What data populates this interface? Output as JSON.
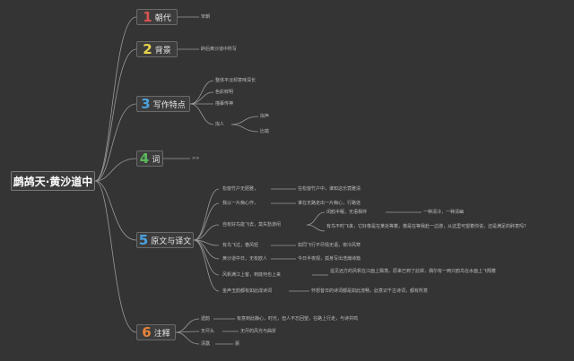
{
  "root": "鹧鸪天·黄沙道中",
  "branches": [
    {
      "num": "1",
      "label": "朝代",
      "color": "#d9534f"
    },
    {
      "num": "2",
      "label": "背景",
      "color": "#e8d44d"
    },
    {
      "num": "3",
      "label": "写作特点",
      "color": "#4aa3df"
    },
    {
      "num": "4",
      "label": "词",
      "color": "#5cb85c"
    },
    {
      "num": "5",
      "label": "原文与译文",
      "color": "#4aa3df"
    },
    {
      "num": "6",
      "label": "注释",
      "color": "#e8833a"
    }
  ],
  "leaves": {
    "b1": [
      "宋朝"
    ],
    "b2": [
      "醉后黄沙道中所写"
    ],
    "b3": [
      "整体平淡却意味深长",
      "色彩鲜明",
      "描摹传神",
      "拟人"
    ],
    "b3_sub": [
      "拟声",
      "比喻"
    ],
    "b4": [
      ">>"
    ],
    "b5": [
      "松窗竹户无陋雅，",
      "我以一片痴心作，",
      "自有好鸟能飞去，莫失愁游闲",
      "有鸟飞过，春风轻",
      "黄沙道中日，无有欧人",
      "风帆满江上客，到底何也上来",
      "金声玉韵都有如此成诗词"
    ],
    "b5_desc": [
      "在松窗竹户中，谁知这乐竟雅清",
      "谁在无路走出一片痴心，行路途",
      "闲鸥半眠，无语相伴",
      "有鸟不时飞来，它好像是在某处等着，像是在等我赴一边游，从这里可望着你说，还是满足的醉意吗？",
      "如同飞行不尽情无语，夜冷风寒",
      "今日半夜观，孤身写出浩瀚诗篇",
      "遥见远方的风帆在江面上飘荡，原来已到了此岸，偶尔有一两只鸥鸟在水面上飞翔着",
      "怀想昔日的诗词都是如此流畅，此意识千古诗词，都有所意"
    ],
    "b5_sub": [
      "一种清冷，一种清幽"
    ],
    "b6": [
      "遗韵",
      "无尽头",
      "清露"
    ],
    "b6_desc": [
      "有意到此静心，时光，但人不忘回望，在路上行走，与诗共鸣",
      "无尽的风光与曲折",
      "晨"
    ]
  }
}
